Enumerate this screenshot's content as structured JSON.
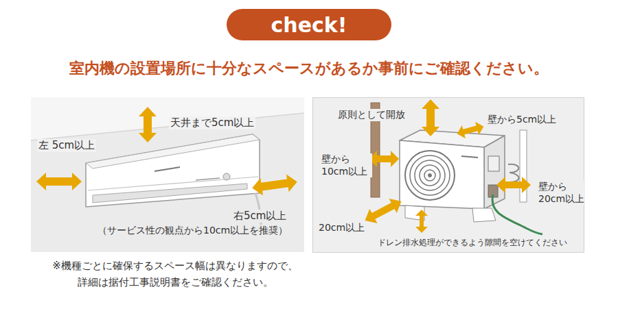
{
  "diagram": {
    "title": "室内機の設置場所に十分なスペースがあるか事前にご確認ください。",
    "nodes": [
      {
        "text": [
          "check!"
        ]
      }
    ],
    "labels": [
      "天井まで5cm以上",
      "左 5cm以上",
      "右5cm以上",
      "（サービス性の観点から10cm以上を推奨）",
      "原則として開放",
      "壁から5cm以上",
      "壁から 10cm以上",
      "壁から 20cm以上",
      "20cm以上",
      "ドレン排水処理ができるよう隙間を空けてください",
      "※機種ごとに確保するスペース幅は異なりますので、 詳細は据付工事説明書をご確認ください。"
    ]
  }
}
